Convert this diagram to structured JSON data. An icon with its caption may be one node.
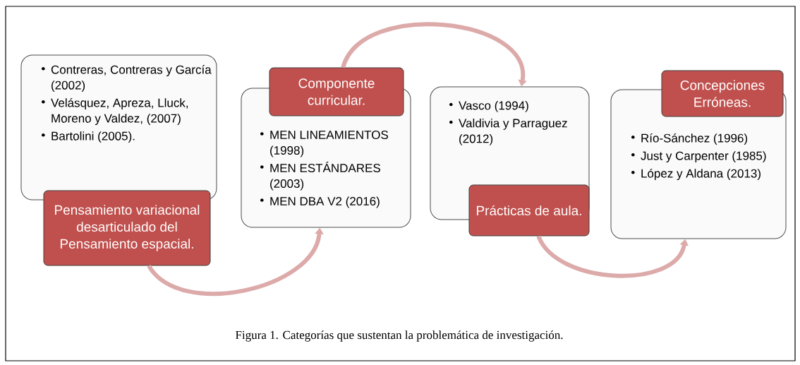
{
  "diagram": {
    "caption": "Figura 1. Categorías que sustentan la problemática de investigación.",
    "nodes": [
      {
        "text": [
          "Contreras, Contreras y García (2002)",
          "Velásquez, Apreza, Lluck, Moreno y Valdez, (2007)",
          "Bartolini (2005)."
        ]
      },
      {
        "text": [
          "Pensamiento variacional desarticulado del Pensamiento espacial."
        ]
      },
      {
        "text": [
          "Componente curricular."
        ]
      },
      {
        "text": [
          "MEN LINEAMIENTOS (1998)",
          "MEN ESTÁNDARES (2003)",
          "MEN DBA V2 (2016)"
        ]
      },
      {
        "text": [
          "Vasco (1994)",
          "Valdivia y Parraguez (2012)"
        ]
      },
      {
        "text": [
          "Prácticas de aula."
        ]
      },
      {
        "text": [
          "Concepciones Erróneas."
        ]
      },
      {
        "text": [
          "Río-Sánchez (1996)",
          "Just y Carpenter (1985)",
          "López y Aldana (2013)"
        ]
      }
    ],
    "edges": [
      {
        "from": 1,
        "to": 3,
        "arrow": "to"
      },
      {
        "from": 2,
        "to": 4,
        "arrow": "to"
      },
      {
        "from": 5,
        "to": 7,
        "arrow": "to"
      }
    ]
  }
}
